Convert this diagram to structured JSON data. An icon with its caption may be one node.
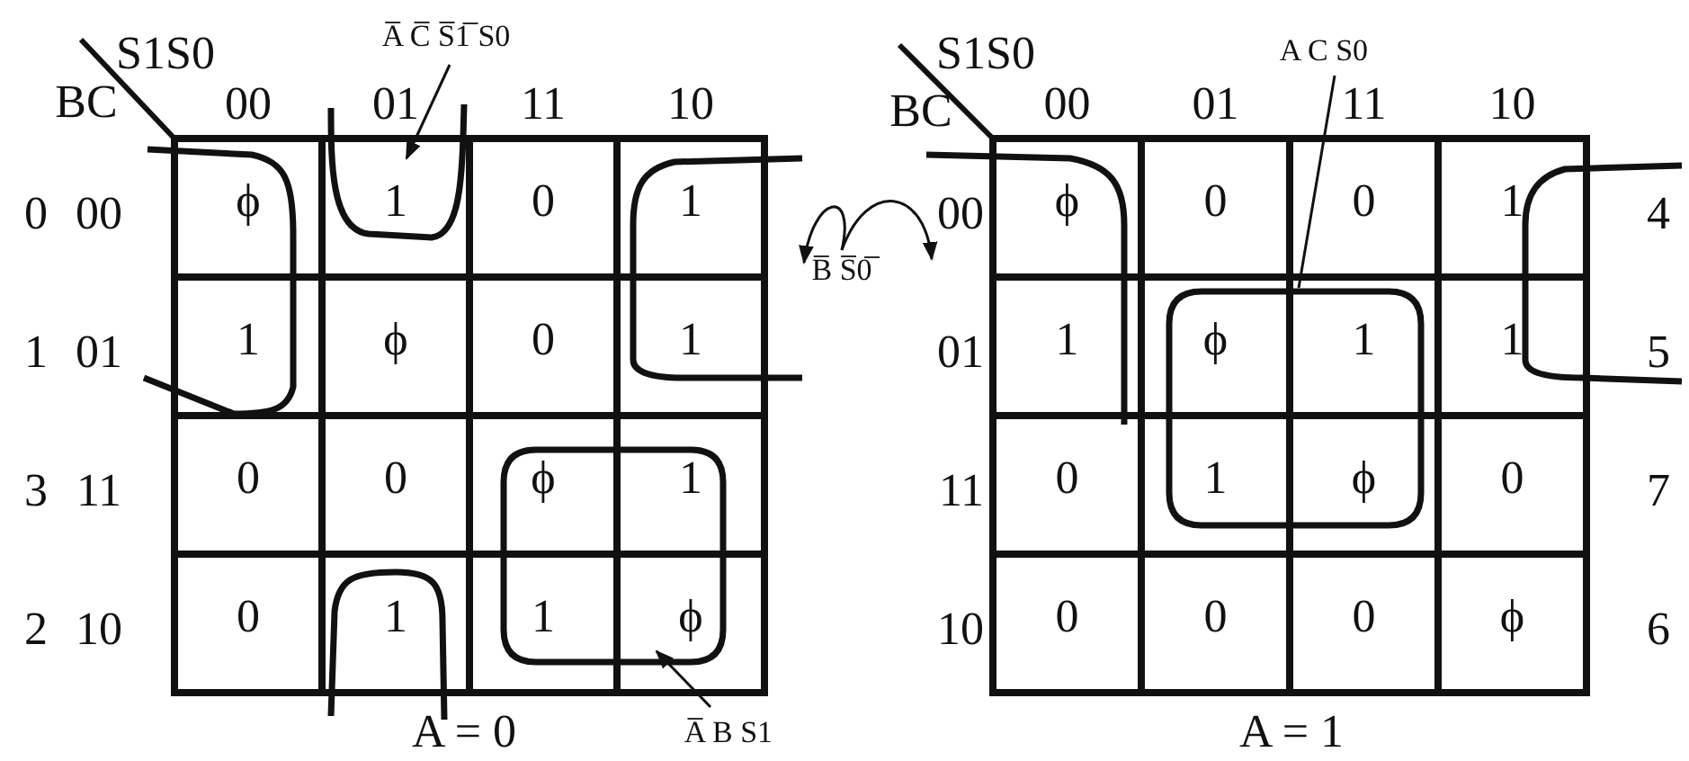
{
  "diagram": {
    "nodes": [
      {
        "text": [
          "A̅ C̅ S̅1̅ S0"
        ]
      },
      {
        "text": [],
        "shape": "box"
      },
      {
        "text": [
          "B̅ S̅0̅"
        ]
      },
      {
        "text": [],
        "shape": "box"
      },
      {
        "text": [],
        "shape": "box"
      },
      {
        "text": [
          "A C S0"
        ]
      },
      {
        "text": [],
        "shape": "box"
      },
      {
        "text": [
          "A̅ B S1"
        ]
      },
      {
        "text": [],
        "shape": "box"
      }
    ],
    "edges": [
      {
        "from": 0,
        "to": 1,
        "arrow": "to"
      },
      {
        "from": 2,
        "to": 3,
        "arrow": "to"
      },
      {
        "from": 2,
        "to": 4,
        "arrow": "to"
      },
      {
        "from": 5,
        "to": 6,
        "arrow": "none"
      },
      {
        "from": 7,
        "to": 8,
        "arrow": "to"
      }
    ],
    "labels": [
      "S1S0",
      "BC",
      "00",
      "01",
      "11",
      "10",
      "0",
      "00",
      "ϕ",
      "1",
      "0",
      "1",
      "1",
      "01",
      "1",
      "ϕ",
      "0",
      "1",
      "3",
      "11",
      "0",
      "0",
      "ϕ",
      "1",
      "2",
      "10",
      "0",
      "1",
      "1",
      "ϕ",
      "A = 0",
      "S1S0",
      "BC",
      "00",
      "01",
      "11",
      "10",
      "00",
      "ϕ",
      "0",
      "0",
      "1",
      "4",
      "01",
      "1",
      "ϕ",
      "1",
      "1",
      "5",
      "11",
      "0",
      "1",
      "ϕ",
      "0",
      "7",
      "10",
      "0",
      "0",
      "0",
      "ϕ",
      "6",
      "A = 1"
    ]
  }
}
